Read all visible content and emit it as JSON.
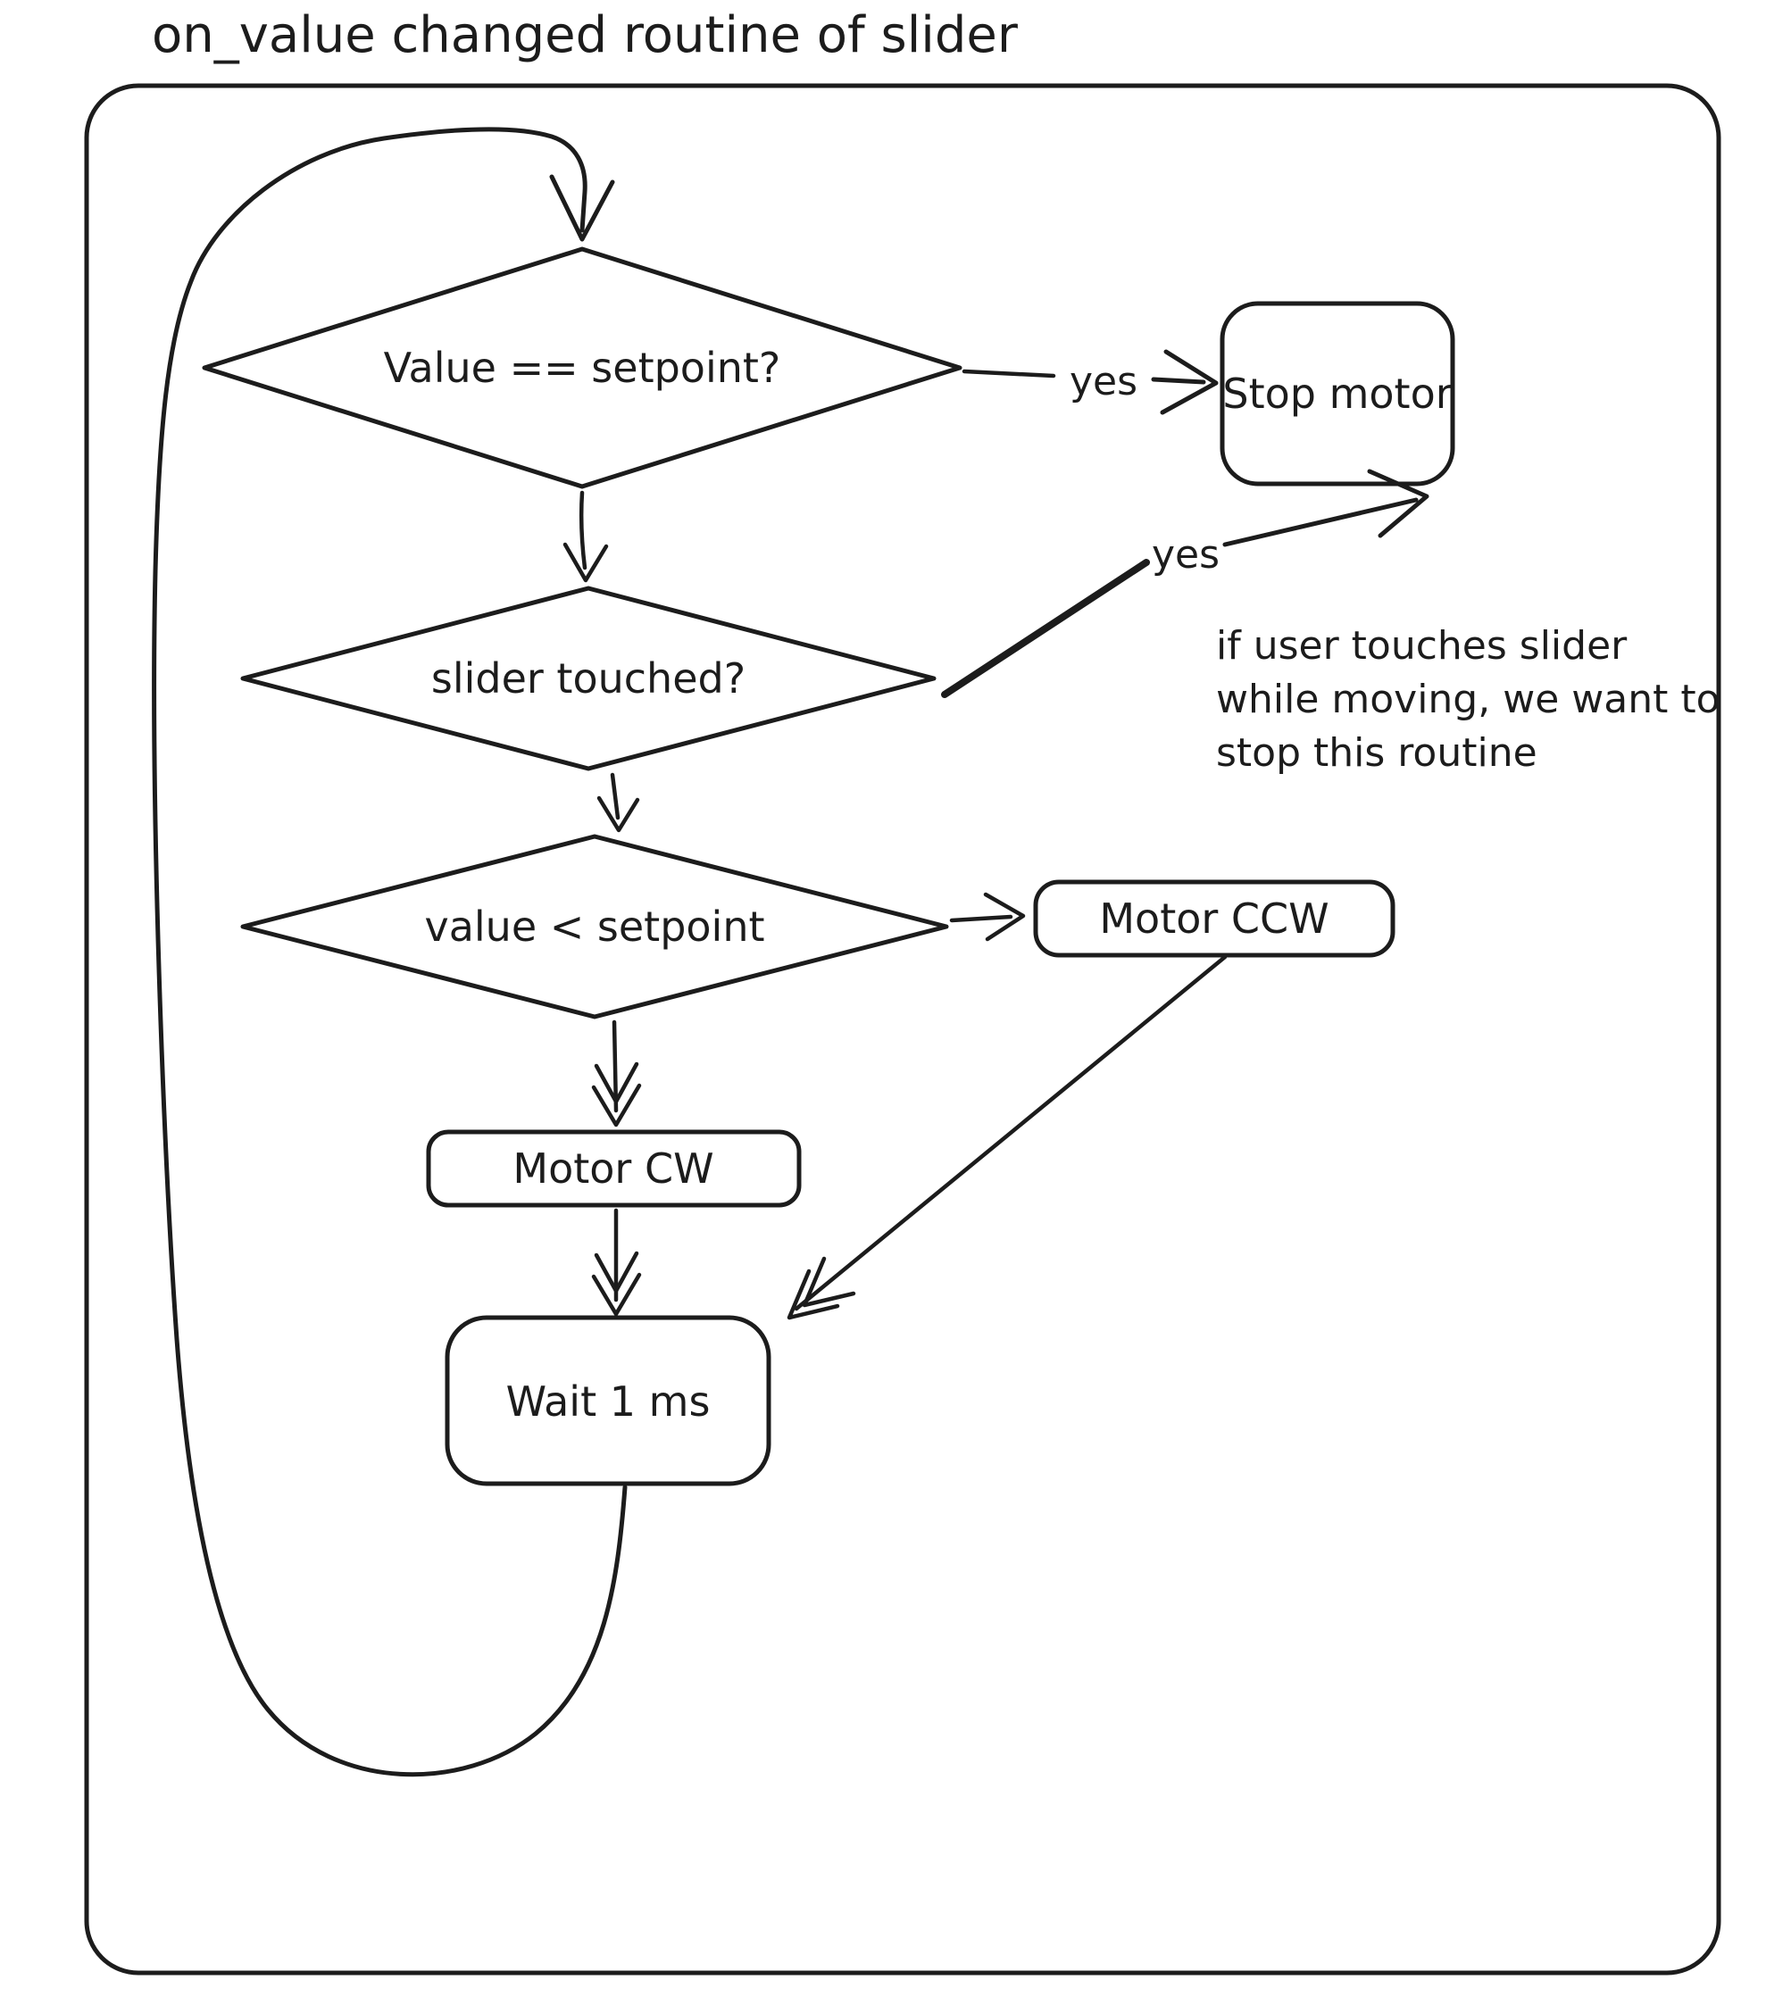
{
  "title": "on_value changed routine of slider",
  "colors": {
    "ink": "#1c1c1c",
    "background": "#ffffff"
  },
  "nodes": {
    "valueEqSetpoint": {
      "type": "decision",
      "label": "Value == setpoint?"
    },
    "stopMotor": {
      "type": "process",
      "label": "Stop motor"
    },
    "sliderTouched": {
      "type": "decision",
      "label": "slider touched?"
    },
    "valueLtSetpoint": {
      "type": "decision",
      "label": "value < setpoint"
    },
    "motorCcw": {
      "type": "process",
      "label": "Motor CCW"
    },
    "motorCw": {
      "type": "process",
      "label": "Motor CW"
    },
    "wait1ms": {
      "type": "process",
      "label": "Wait 1 ms"
    }
  },
  "edgeLabels": {
    "valueEqYes": "yes",
    "sliderTouchedYes": "yes"
  },
  "annotation": {
    "line1": "if user touches slider",
    "line2": "while moving, we want to",
    "line3": "stop this routine"
  }
}
